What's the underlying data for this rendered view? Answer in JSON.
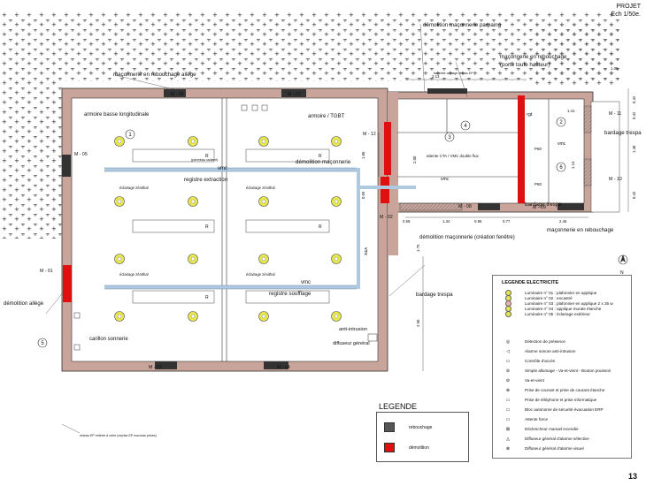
{
  "header": {
    "projet": "PROJET",
    "echelle": "Ech 1/50e."
  },
  "page_number": "13",
  "labels": {
    "demolition_parpaing": "démolition maçonnerie parpaing",
    "maconnerie_rebouchage_allege": "maçonnerie en rebouchage allège",
    "maconnerie_rebouchage_porte": "maçonnerie en rebouchage",
    "porte_toute_hauteur": "(porte toute hauteur)",
    "tranchee": "tranchée carbage réseau EP",
    "armoire_basse": "armoire basse longitudinale",
    "armoire_tgbt": "armoire / TGBT",
    "panneau_radiant": "(panneau radiant)",
    "vmc1": "vmc",
    "vmc2": "vmc",
    "vmc3": "vmc",
    "vmc4": "vmc",
    "vmc5": "vmc",
    "demolition_maconnerie": "démolition maçonnerie",
    "eclairage_zenithal_1": "éclairage zénithal",
    "eclairage_zenithal_2": "éclairage zénithal",
    "eclairage_zenithal_3": "éclairage zénithal",
    "eclairage_zenithal_4": "éclairage zénithal",
    "registre_extraction": "registre extraction",
    "registre_soufflage": "registre soufflage",
    "attente_cta": "attente CTA / VMC double flux",
    "bardage_trespa_1": "bardage trespa",
    "bardage_trespa_2": "bardage trespa",
    "bardage_trespa_3": "bardage trespa",
    "maconnerie_rebouchage_r": "maçonnerie en rebouchage",
    "demolition_creation": "démolition maçonnerie (création fenêtre)",
    "demolition_allege": "démolition allège",
    "carillon": "carillon sonnerie",
    "anti_intrusion": "anti-intrusion",
    "diffuseur_general": "diffuseur général",
    "reseau_ep": "réseau EP enterré à créer (reprise EP nouveau prises)",
    "rgt": "rgt",
    "p80a": "P80",
    "p80b": "P80",
    "r1": "R",
    "r2": "R",
    "r3": "R",
    "r4": "R",
    "r5": "R"
  },
  "markers": [
    "M - 06",
    "M - 07",
    "M - 11",
    "M - 05",
    "M - 12",
    "M - 08",
    "M - 09",
    "M - 10",
    "M - 02",
    "M - 01",
    "M - 03",
    "M - 04"
  ],
  "dimensions": {
    "d1": "2.13",
    "d2": "1.00",
    "d3": "1.86",
    "d4": "2.00",
    "d5": "0.59",
    "d6": "0.59",
    "d7": "1.34",
    "d8": "0.86",
    "d9": "0.77",
    "d10": "2.46",
    "d11": "1.75",
    "d12": "2.90",
    "d13": "1.41",
    "d14": "1.14",
    "d15": "0.42",
    "d16": "0.42",
    "d17": "0.42",
    "d18": "1.48"
  },
  "circles": {
    "c1": "1",
    "c2": "3",
    "c3": "4",
    "c4": "2",
    "c5": "5",
    "c6": "6"
  },
  "north": "N",
  "legende": {
    "title": "LEGENDE",
    "items": [
      {
        "label": "rebouchage",
        "color": "#555555"
      },
      {
        "label": "démolition",
        "color": "#e01010"
      }
    ]
  },
  "legende_electricite": {
    "title": "LEGENDE ELECTRICITE",
    "luminaires": [
      "Luminaire n° 01 : plafonnier en applique",
      "Luminaire n° 02 : encastré",
      "Luminaire n° 03 : plafonnier en applique 2 x 35 w",
      "Luminaire n° 04 : applique murale étanche",
      "Luminaire n° 05 : éclairage extérieur"
    ],
    "items": [
      "Détection de présence",
      "Alarme sonore anti-intrusion",
      "Contrôle d'accès",
      "Simple allumage - Va-et-vient - Bouton poussoir",
      "Va-et-vient",
      "Prise de courant et prise de courant étanche",
      "Prise de téléphone et prise informatique",
      "Bloc autonome de sécurité évacuation ERP",
      "Attente force",
      "Déclencheur manuel incendie",
      "Diffuseur général d'alarme sélective",
      "Diffuseur général d'alarme visuel"
    ],
    "icons": [
      "◎",
      "◁",
      "▭",
      "⊘",
      "⊘",
      "⊕",
      "▭",
      "▭",
      "▭",
      "⊠",
      "◬",
      "⊗"
    ]
  },
  "colors": {
    "wall": "#c9a49a",
    "red": "#e01010",
    "duct": "#aec9e0",
    "lamp": "#e8e84a"
  }
}
